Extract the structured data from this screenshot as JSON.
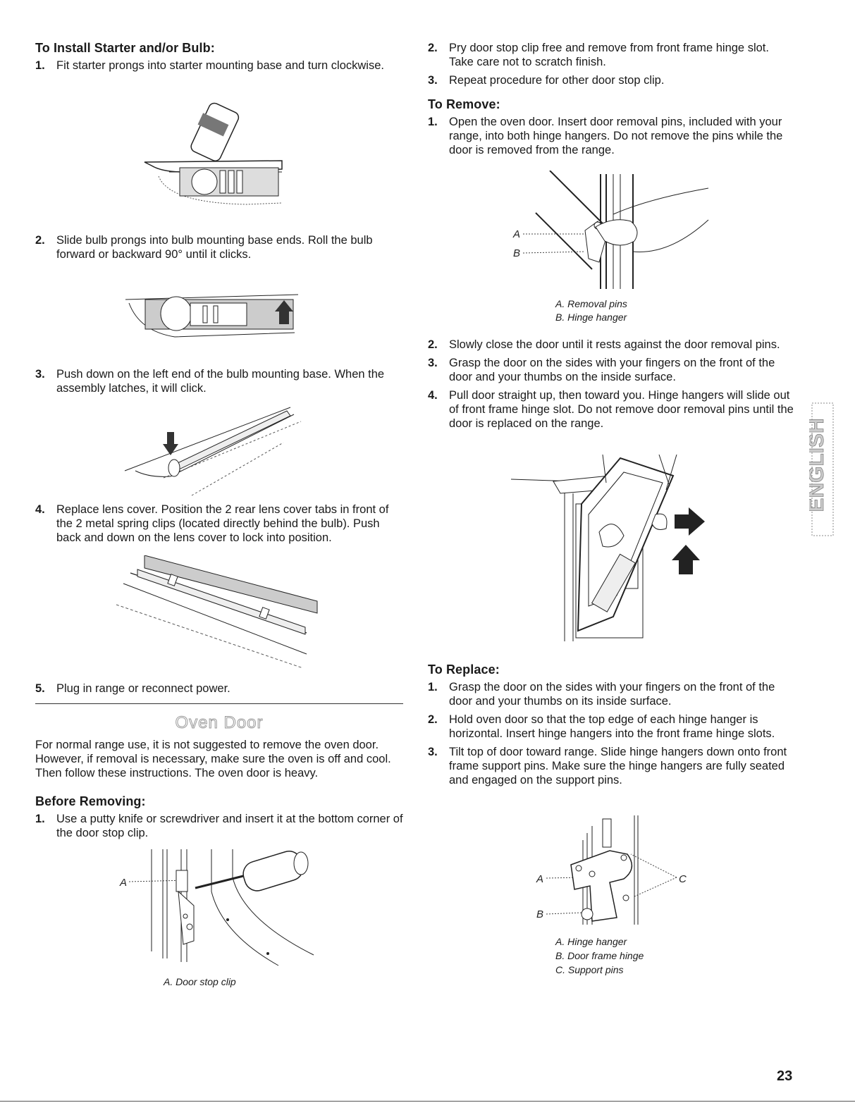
{
  "left": {
    "install_heading": "To Install Starter and/or Bulb:",
    "install_steps": [
      {
        "num": "1.",
        "text": "Fit starter prongs into starter mounting base and turn clockwise."
      },
      {
        "num": "2.",
        "text": "Slide bulb prongs into bulb mounting base ends. Roll the bulb forward or backward 90° until it clicks."
      },
      {
        "num": "3.",
        "text": "Push down on the left end of the bulb mounting base. When the assembly latches, it will click."
      },
      {
        "num": "4.",
        "text": "Replace lens cover. Position the 2 rear lens cover tabs in front of the 2 metal spring clips (located directly behind the bulb). Push back and down on the lens cover to lock into position."
      },
      {
        "num": "5.",
        "text": "Plug in range or reconnect power."
      }
    ],
    "section_title": "Oven Door",
    "oven_door_intro": "For normal range use, it is not suggested to remove the oven door. However, if removal is necessary, make sure the oven is off and cool. Then follow these instructions. The oven door is heavy.",
    "before_heading": "Before Removing:",
    "before_steps": [
      {
        "num": "1.",
        "text": "Use a putty knife or screwdriver and insert it at the bottom corner of the door stop clip."
      }
    ],
    "fig_clip_label_a": "A",
    "fig_clip_caption": "A. Door stop clip"
  },
  "right": {
    "before_steps_cont": [
      {
        "num": "2.",
        "text": "Pry door stop clip free and remove from front frame hinge slot. Take care not to scratch finish."
      },
      {
        "num": "3.",
        "text": "Repeat procedure for other door stop clip."
      }
    ],
    "remove_heading": "To Remove:",
    "remove_steps_a": [
      {
        "num": "1.",
        "text": "Open the oven door. Insert door removal pins, included with your range, into both hinge hangers. Do not remove the pins while the door is removed from the range."
      }
    ],
    "fig_remove_label_a": "A",
    "fig_remove_label_b": "B",
    "fig_remove_captions": [
      "A. Removal pins",
      "B. Hinge hanger"
    ],
    "remove_steps_b": [
      {
        "num": "2.",
        "text": "Slowly close the door until it rests against the door removal pins."
      },
      {
        "num": "3.",
        "text": "Grasp the door on the sides with your fingers on the front of the door and your thumbs on the inside surface."
      },
      {
        "num": "4.",
        "text": "Pull door straight up, then toward you. Hinge hangers will slide out of front frame hinge slot. Do not remove door removal pins until the door is replaced on the range."
      }
    ],
    "replace_heading": "To Replace:",
    "replace_steps": [
      {
        "num": "1.",
        "text": "Grasp the door on the sides with your fingers on the front of the door and your thumbs on its inside surface."
      },
      {
        "num": "2.",
        "text": "Hold oven door so that the top edge of each hinge hanger is horizontal. Insert hinge hangers into the front frame hinge slots."
      },
      {
        "num": "3.",
        "text": "Tilt top of door toward range. Slide hinge hangers down onto front frame support pins. Make sure the hinge hangers are fully seated and engaged on the support pins."
      }
    ],
    "fig_replace_label_a": "A",
    "fig_replace_label_b": "B",
    "fig_replace_label_c": "C",
    "fig_replace_captions": [
      "A. Hinge hanger",
      "B. Door frame hinge",
      "C. Support pins"
    ]
  },
  "side_tab": "ENGLISH",
  "page_number": "23"
}
